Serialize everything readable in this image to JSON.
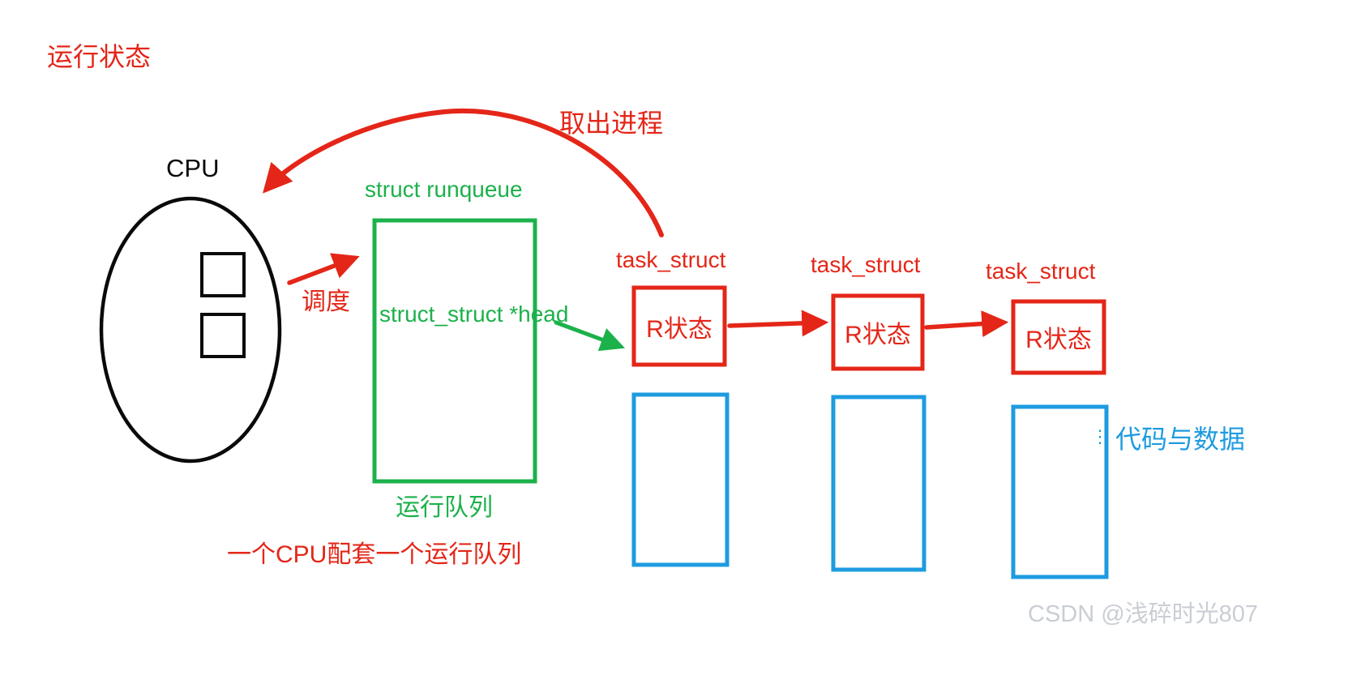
{
  "page": {
    "title": "运行状态",
    "watermark": "CSDN @浅碎时光807"
  },
  "cpu": {
    "label": "CPU"
  },
  "runqueue": {
    "title": "struct runqueue",
    "head_pointer": "struct_struct *head",
    "caption": "运行队列",
    "note": "一个CPU配套一个运行队列"
  },
  "edges": {
    "schedule": "调度",
    "fetch": "取出进程"
  },
  "tasks": [
    {
      "label": "task_struct",
      "state": "R状态"
    },
    {
      "label": "task_struct",
      "state": "R状态"
    },
    {
      "label": "task_struct",
      "state": "R状态"
    }
  ],
  "code_data": {
    "label": "代码与数据",
    "ellipsis": "⋮"
  },
  "colors": {
    "red": "#e42618",
    "green": "#1cb14b",
    "blue": "#1e9be0",
    "black": "#0a0a0a",
    "watermark": "#c9ced4"
  }
}
